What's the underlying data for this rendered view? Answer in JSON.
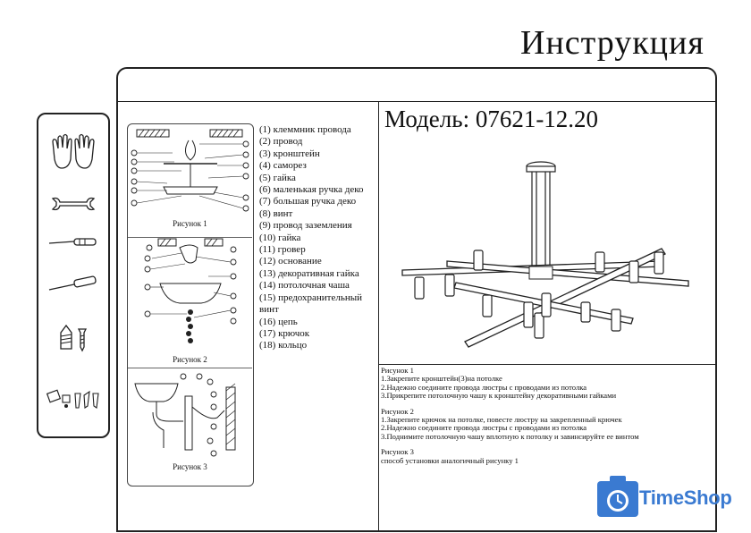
{
  "title": "Инструкция",
  "model": "Модель: 07621-12.20",
  "figures": [
    "Рисунок 1",
    "Рисунок 2",
    "Рисунок 3"
  ],
  "parts": [
    "(1) клеммник провода",
    "(2) провод",
    "(3) кронштейн",
    "(4) саморез",
    "(5) гайка",
    "(6) маленькая ручка деко",
    "(7) большая ручка деко",
    "(8) винт",
    "(9) провод заземления",
    "(10) гайка",
    "(11) гровер",
    "(12) основание",
    "(13) декоративная гайка",
    "(14) потолочная чаша",
    "(15) предохранительный",
    "винт",
    "(16) цепь",
    "(17) крючок",
    "(18) кольцо"
  ],
  "instructions": {
    "fig1_title": "Рисунок 1",
    "fig1_steps": [
      "1.Закрепите кронштейн(3)на потолке",
      "2.Надежно соедините провода люстры с проводами из потолка",
      "3.Прикрепите потолочную чашу к кронштейну декоративными гайками"
    ],
    "fig2_title": "Рисунок 2",
    "fig2_steps": [
      "1.Закрепите крючок на потолке, повесте люстру на закрепленный крючек",
      "2.Надежно соедините провода люстры с проводами из потолка",
      "3.Поднимите потолочную чашу вплотную к потолку и завинсируйте ее винтом"
    ],
    "fig3_title": "Рисунок 3",
    "fig3_steps": [
      "способ установки аналогичный рисунку 1"
    ]
  },
  "tools": [
    "gloves-icon",
    "wrench-icon",
    "screwdriver-flat-icon",
    "screwdriver-phillips-icon",
    "screws-icon",
    "terminal-block-icon"
  ],
  "logo": {
    "text": "TimeShop",
    "color": "#3a7ad1"
  }
}
